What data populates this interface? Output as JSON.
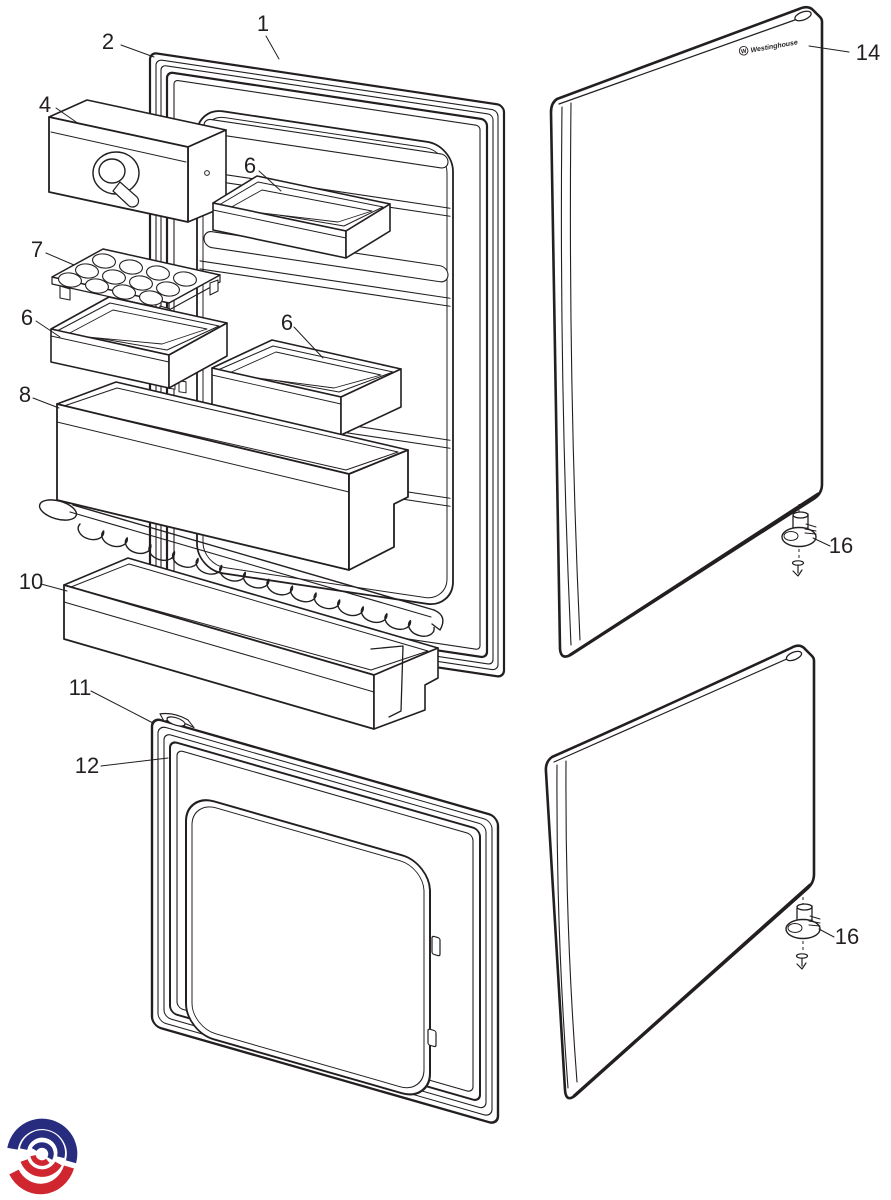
{
  "callouts": [
    {
      "label": "1"
    },
    {
      "label": "2"
    },
    {
      "label": "4"
    },
    {
      "label": "6"
    },
    {
      "label": "7"
    },
    {
      "label": "6"
    },
    {
      "label": "6"
    },
    {
      "label": "8"
    },
    {
      "label": "10"
    },
    {
      "label": "11"
    },
    {
      "label": "12"
    },
    {
      "label": "14"
    },
    {
      "label": "16"
    },
    {
      "label": "16"
    }
  ],
  "brand": {
    "door_logo_text": "Westinghouse",
    "door_logo_emblem": "W"
  },
  "colors": {
    "line": "#231f20",
    "background": "#ffffff",
    "logo_blue": "#272c7f",
    "logo_red": "#cf2630"
  }
}
